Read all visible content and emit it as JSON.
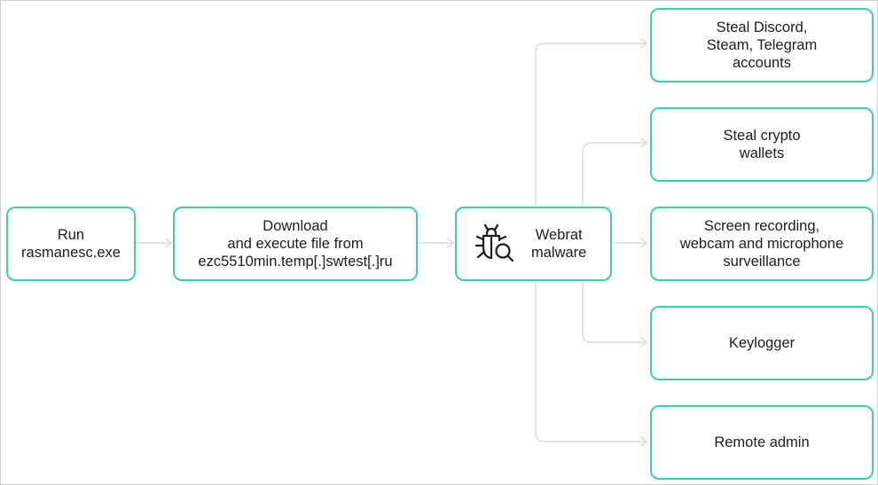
{
  "colors": {
    "node_border": "#3ccbb4",
    "connector": "#dcdcdc",
    "text": "#1d1d1b",
    "canvas_border": "#d0d0d0"
  },
  "nodes": {
    "run": "Run\nrasmanesc.exe",
    "download": "Download\nand execute file from\nezc5510min.temp[.]swtest[.]ru",
    "webrat": "Webrat\nmalware",
    "webrat_icon": "bug-search-icon"
  },
  "capabilities": [
    "Steal Discord,\nSteam, Telegram\naccounts",
    "Steal crypto\nwallets",
    "Screen recording,\nwebcam and microphone\nsurveillance",
    "Keylogger",
    "Remote admin"
  ]
}
